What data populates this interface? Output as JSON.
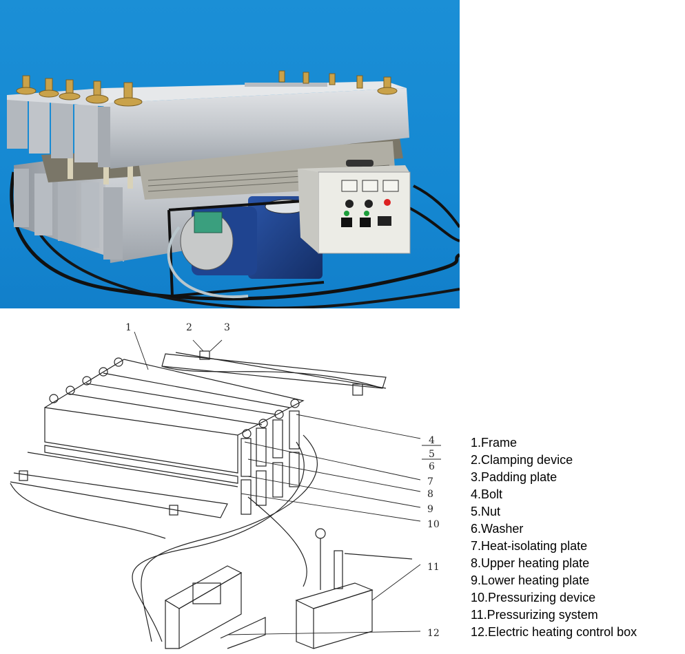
{
  "figure": {
    "photo": {
      "subject": "belt-splicing-press-photo"
    },
    "drawing": {
      "callouts": [
        "1",
        "2",
        "3",
        "4",
        "5",
        "6",
        "7",
        "8",
        "9",
        "10",
        "11",
        "12"
      ]
    },
    "legend": [
      "1.Frame",
      "2.Clamping device",
      "3.Padding plate",
      "4.Bolt",
      "5.Nut",
      "6.Washer",
      "7.Heat-isolating plate",
      "8.Upper heating plate",
      "9.Lower heating plate",
      "10.Pressurizing device",
      "11.Pressurizing system",
      "12.Electric heating control box"
    ],
    "colors": {
      "photo_background": "#1588d2",
      "aluminum": "#c9ccd0",
      "pump_blue": "#1d3f8a",
      "control_box": "#e8e8e2",
      "line_art": "#222222"
    }
  }
}
